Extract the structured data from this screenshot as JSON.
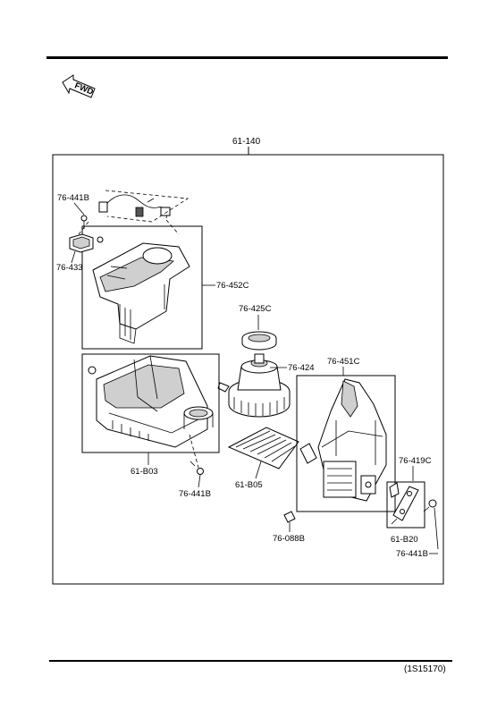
{
  "fwd_label": "FWD",
  "assembly": {
    "number": "61-140"
  },
  "labels": {
    "p1": "76-441B",
    "p2": "76-433",
    "p3": "76-452C",
    "p4": "76-425C",
    "p5": "76-424",
    "p6": "76-451C",
    "p7": "61-B03",
    "p8": "76-441B",
    "p9": "61-B05",
    "p10": "76-419C",
    "p11": "76-088B",
    "p12": "61-B20",
    "p13": "76-441B"
  },
  "diagram_code": "(1S15170)"
}
